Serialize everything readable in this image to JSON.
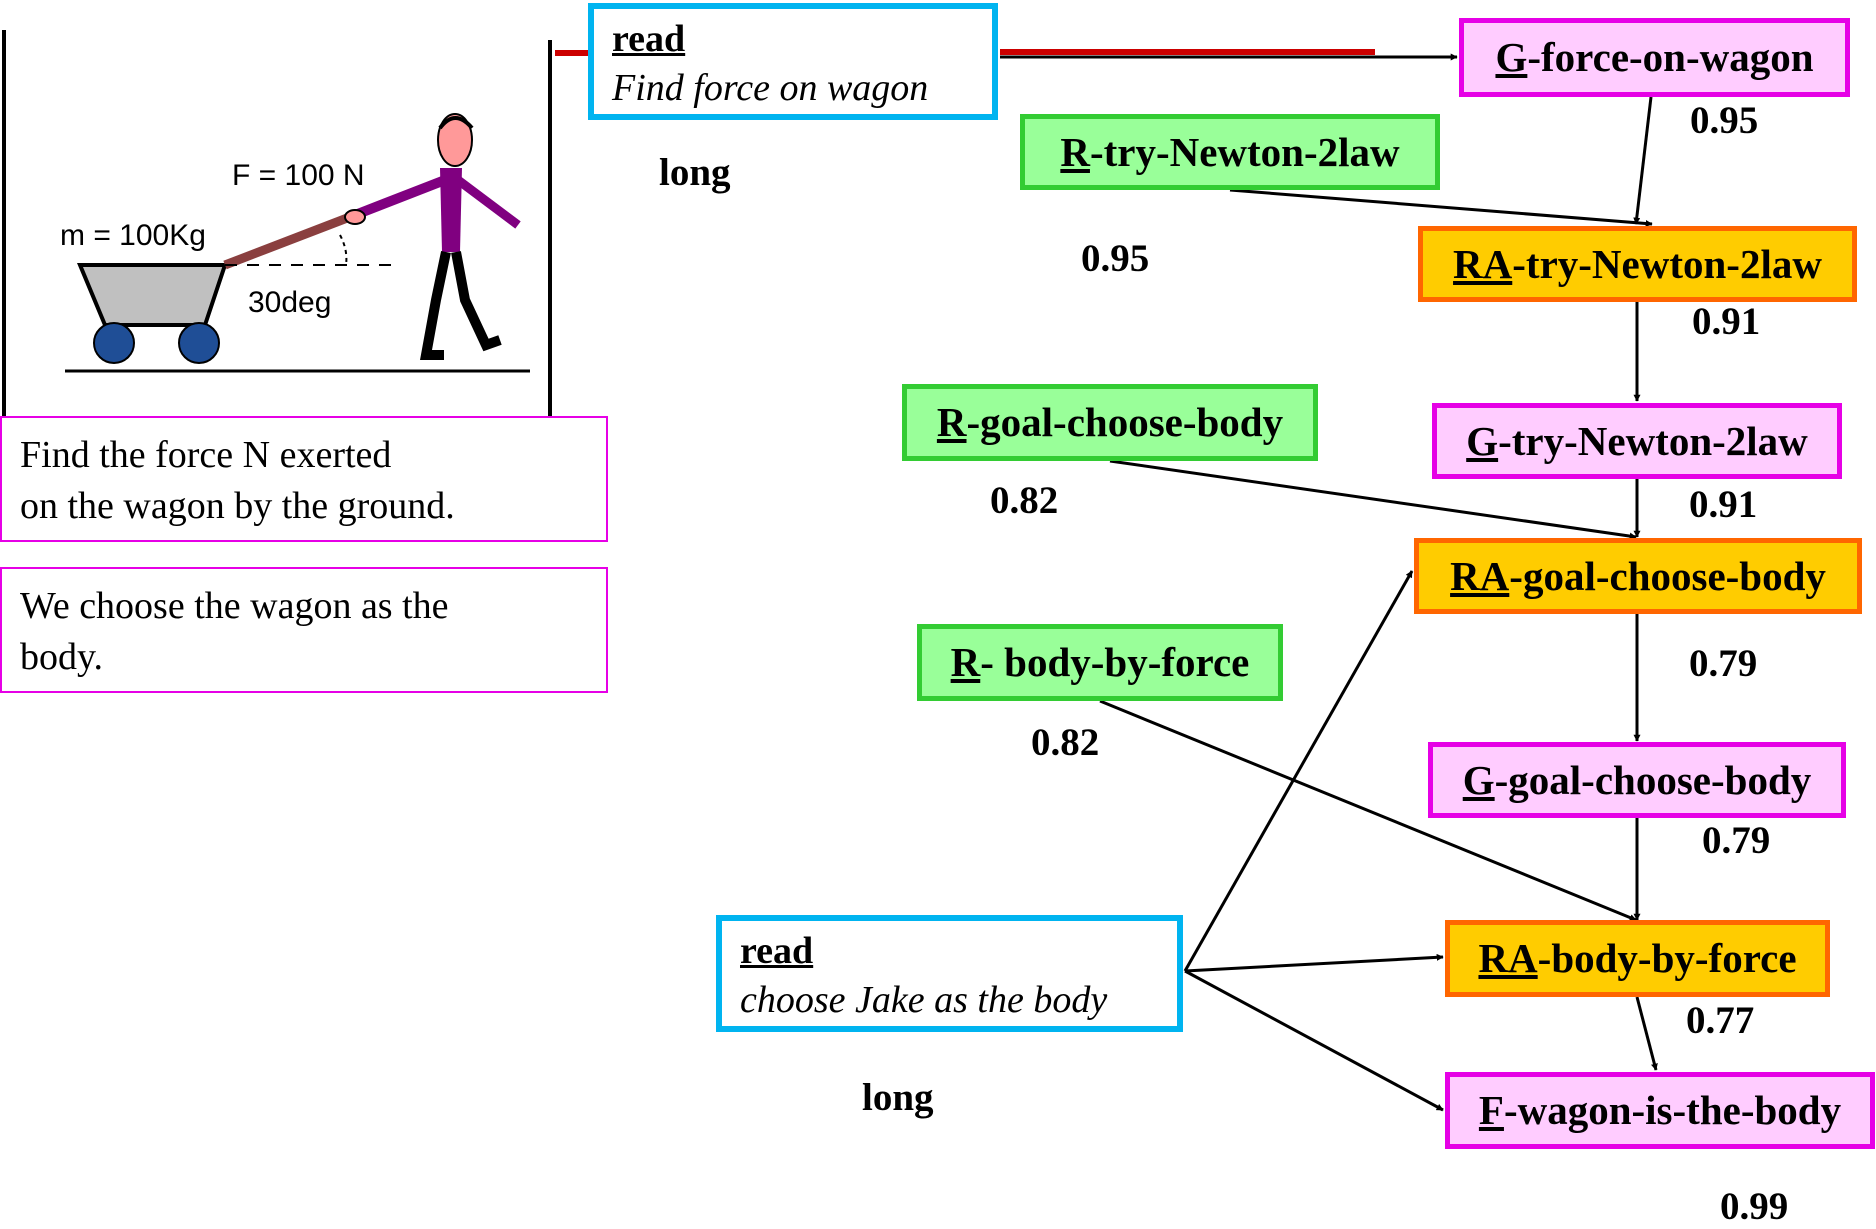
{
  "problem": {
    "figure": {
      "force_label": "F = 100 N",
      "mass_label": "m = 100Kg",
      "angle_label": "30deg"
    },
    "question_text": [
      "Find the force N exerted",
      "on the wagon by the ground."
    ],
    "answer_text": [
      "We choose the wagon  as the",
      "body."
    ]
  },
  "read_top": {
    "title": "read",
    "subtitle": "Find force on wagon",
    "duration": "long"
  },
  "read_bottom": {
    "title": "read",
    "subtitle": "choose Jake as the body",
    "duration": "long"
  },
  "nodes": {
    "g_force_on_wagon": {
      "prefix": "G",
      "rest": "-force-on-wagon"
    },
    "r_try_newton": {
      "prefix": "R",
      "rest": " -try-Newton-2law"
    },
    "ra_try_newton": {
      "prefix": "RA",
      "rest": "-try-Newton-2law"
    },
    "r_goal_choose_body": {
      "prefix": "R",
      "rest": "-goal-choose-body"
    },
    "g_try_newton": {
      "prefix": "G",
      "rest": "-try-Newton-2law"
    },
    "ra_goal_choose_body": {
      "prefix": "RA",
      "rest": "-goal-choose-body"
    },
    "r_body_by_force": {
      "prefix": "R",
      "rest": "- body-by-force"
    },
    "g_goal_choose_body": {
      "prefix": "G",
      "rest": "-goal-choose-body"
    },
    "ra_body_by_force": {
      "prefix": "RA",
      "rest": "-body-by-force"
    },
    "f_wagon_is_body": {
      "prefix": "F",
      "rest": "-wagon-is-the-body"
    }
  },
  "probabilities": {
    "g_force_on_wagon": "0.95",
    "r_try_newton": "0.95",
    "ra_try_newton": "0.91",
    "g_try_newton": "0.91",
    "r_goal_choose_body": "0.82",
    "ra_goal_choose_body": "0.79",
    "r_body_by_force": "0.82",
    "g_goal_choose_body": "0.79",
    "ra_body_by_force": "0.77",
    "f_wagon_is_body": "0.99"
  },
  "colors": {
    "goal": "#ffccff",
    "rule": "#99ff99",
    "rule_application": "#ffcc00",
    "read_border": "#00b4f0",
    "highlight_line": "#cc0000"
  }
}
